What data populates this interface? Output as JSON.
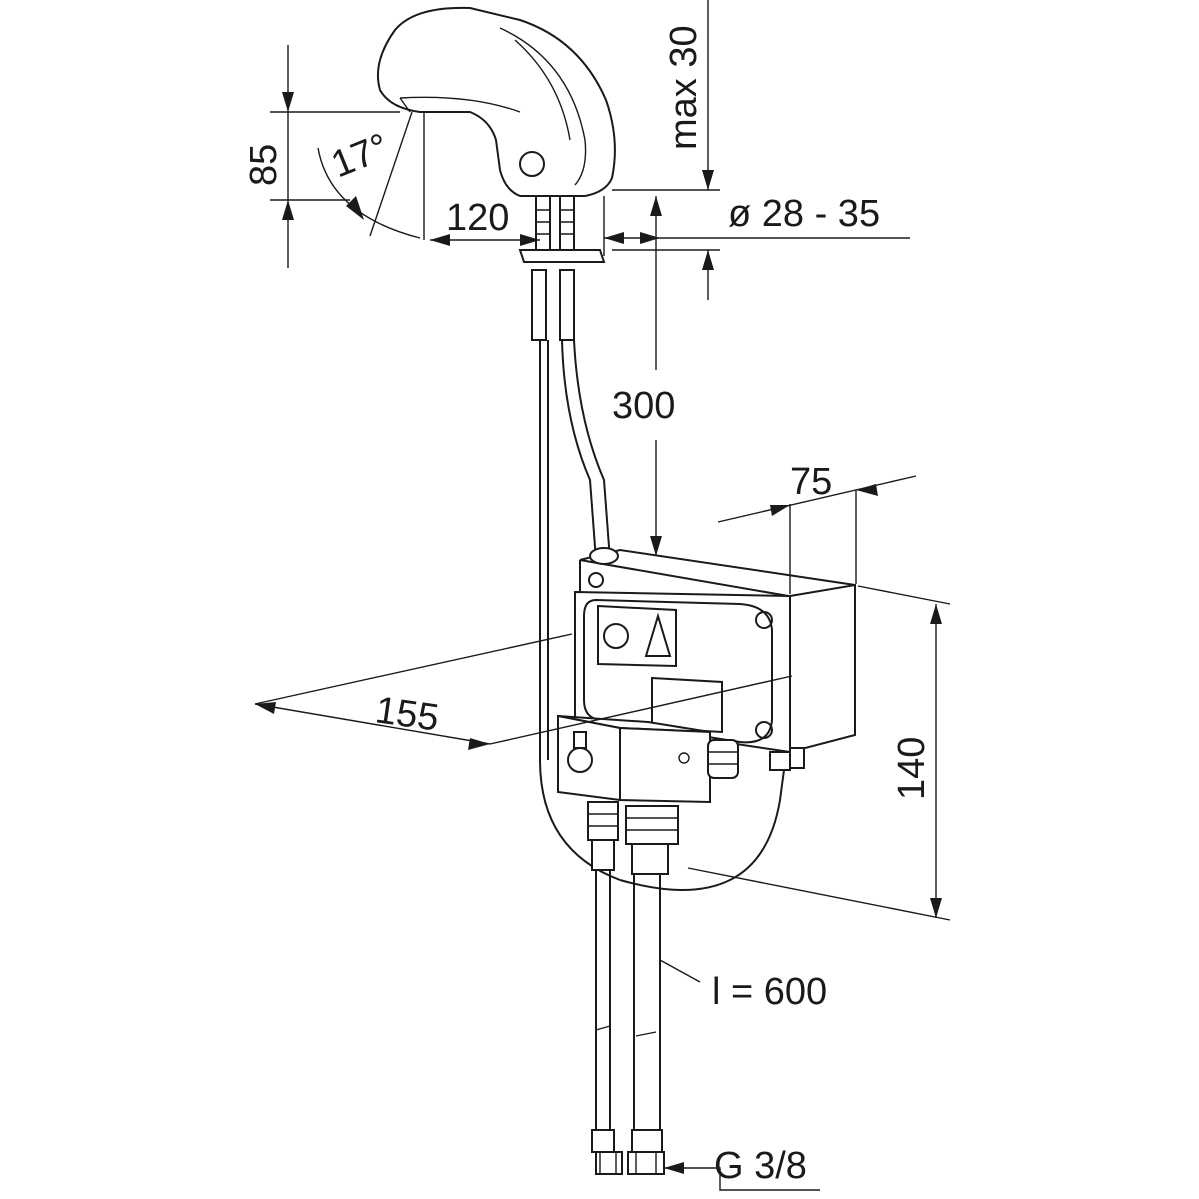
{
  "dimensions": {
    "spout_height": "85",
    "angle": "17°",
    "reach": "120",
    "deck_thickness": "max 30",
    "hole_diameter": "ø 28 - 35",
    "cable_length": "300",
    "box_depth": "75",
    "box_width": "155",
    "box_height": "140",
    "hose_length": "l = 600",
    "thread": "G 3/8"
  },
  "box_symbols": [
    "circle",
    "triangle"
  ]
}
